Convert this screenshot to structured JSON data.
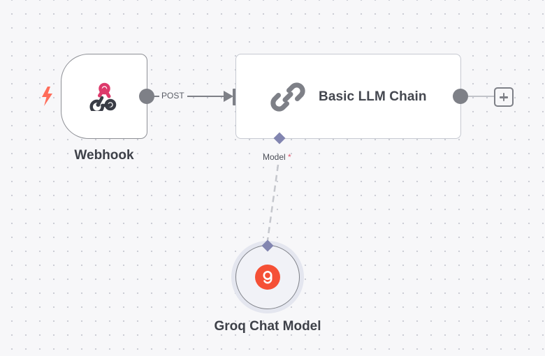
{
  "canvas": {
    "background": "#f7f7f9"
  },
  "nodes": {
    "webhook": {
      "name": "Webhook",
      "icon": "webhook-icon",
      "trigger_icon": "lightning-bolt-icon",
      "accent": "#dd3a6b"
    },
    "llm_chain": {
      "name": "Basic LLM Chain",
      "icon": "chain-link-icon"
    },
    "groq": {
      "name": "Groq Chat Model",
      "icon": "groq-logo-icon",
      "brand_color": "#f55036"
    }
  },
  "connections": {
    "webhook_to_chain": {
      "label": "POST"
    },
    "model_input": {
      "label": "Model",
      "required_marker": "*"
    }
  },
  "colors": {
    "handle": "#7e8087",
    "model_port": "#8285b0",
    "trigger": "#ff6d5a",
    "required": "#e2536b"
  }
}
